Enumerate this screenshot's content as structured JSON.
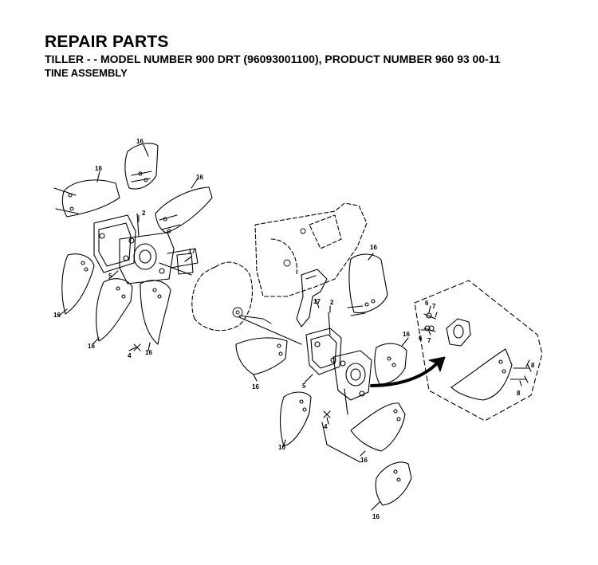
{
  "header": {
    "title": "REPAIR PARTS",
    "subtitle": "TILLER - - MODEL NUMBER 900 DRT (96093001100), PRODUCT NUMBER 960 93 00-11",
    "section": "TINE ASSEMBLY"
  },
  "callouts": {
    "part_16": "16",
    "part_17": "17",
    "part_2": "2",
    "part_4": "4",
    "part_5": "5",
    "part_6": "6",
    "part_7": "7",
    "part_8": "8"
  }
}
